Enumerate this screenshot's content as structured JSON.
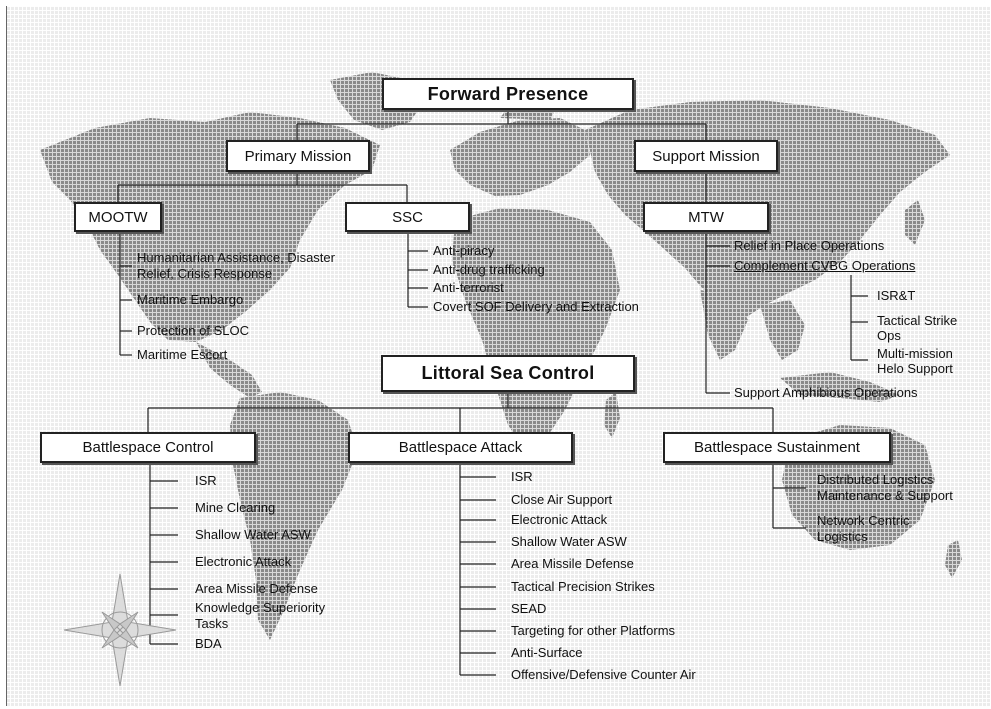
{
  "diagram": {
    "root": "Forward Presence",
    "primary_mission": "Primary Mission",
    "support_mission": "Support Mission",
    "mootw": {
      "title": "MOOTW",
      "items": [
        "Humanitarian Assistance, Disaster",
        "Relief, Crisis Response",
        "Maritime Embargo",
        "Protection of SLOC",
        "Maritime Escort"
      ]
    },
    "ssc": {
      "title": "SSC",
      "items": [
        "Anti-piracy",
        "Anti-drug trafficking",
        "Anti-terrorist",
        "Covert SOF Delivery and Extraction"
      ]
    },
    "mtw": {
      "title": "MTW",
      "items": [
        "Relief in Place Operations",
        "Complement CVBG Operations",
        "Support Amphibious Operations"
      ],
      "cvbg_items": [
        "ISR&T",
        "Tactical Strike",
        "Ops",
        "Multi-mission",
        "Helo Support"
      ]
    },
    "littoral": "Littoral Sea Control",
    "control": {
      "title": "Battlespace Control",
      "items": [
        "ISR",
        "Mine Clearing",
        "Shallow Water ASW",
        "Electronic Attack",
        "Area Missile Defense",
        "Knowledge Superiority",
        "Tasks",
        "BDA"
      ]
    },
    "attack": {
      "title": "Battlespace Attack",
      "items": [
        "ISR",
        "Close Air Support",
        "Electronic Attack",
        "Shallow Water ASW",
        "Area Missile Defense",
        "Tactical Precision Strikes",
        "SEAD",
        "Targeting for other Platforms",
        "Anti-Surface",
        "Offensive/Defensive Counter Air"
      ]
    },
    "sustainment": {
      "title": "Battlespace Sustainment",
      "items": [
        "Distributed Logistics",
        "Maintenance & Support",
        "Network Centric",
        "Logistics"
      ]
    }
  },
  "colors": {
    "land": "#8c8c8c",
    "lines": "#222222",
    "box_border": "#222222"
  }
}
